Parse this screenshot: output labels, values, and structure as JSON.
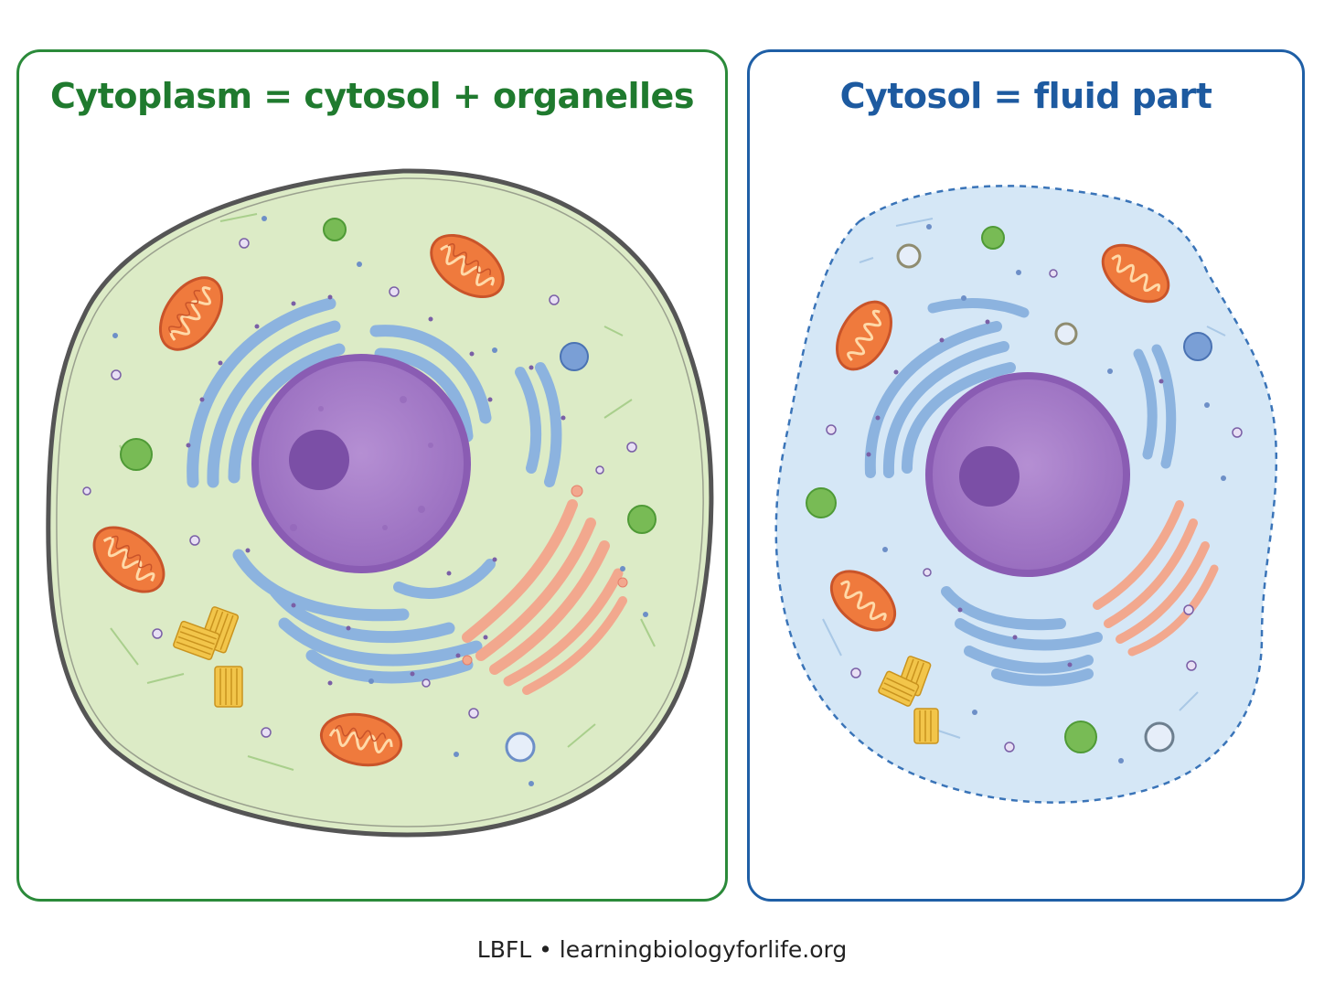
{
  "panels": {
    "left": {
      "title": "Cytoplasm = cytosol + organelles",
      "border_color": "#2b8a3a",
      "title_color": "#1f7a2e",
      "cytoplasm_fill": "#dcebc6",
      "membrane_color": "#555555"
    },
    "right": {
      "title": "Cytosol = fluid part",
      "border_color": "#1f5fa6",
      "title_color": "#1d5aa0",
      "cytosol_fill": "#d5e7f6",
      "membrane_color": "#3a74b8"
    }
  },
  "footer": {
    "text": "LBFL • learningbiologyforlife.org"
  },
  "colors": {
    "nucleus": "#a47cc6",
    "nucleolus": "#7b4fa6",
    "er": "#8cb3df",
    "mitochondria": "#ee7a40",
    "golgi": "#f2a88e",
    "centriole": "#e8b93a",
    "vesicle_green": "#78bb55",
    "vesicle_blue": "#7a9fd6"
  }
}
